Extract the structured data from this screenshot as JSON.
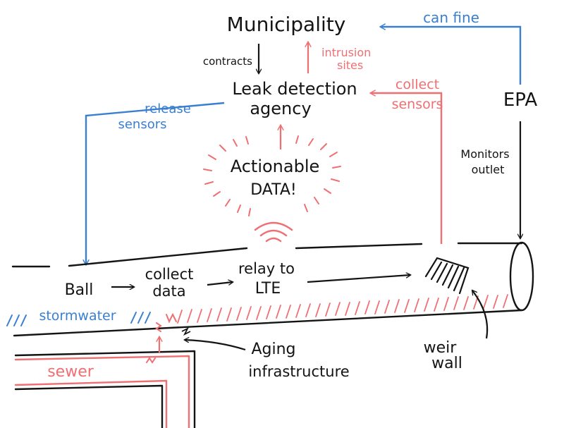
{
  "colors": {
    "ink": "#141414",
    "red": "#ef6f73",
    "blue": "#3a7fd0"
  },
  "nodes": {
    "municipality": "Municipality",
    "agency_line1": "Leak detection",
    "agency_line2": "agency",
    "epa": "EPA",
    "actionable_line1": "Actionable",
    "actionable_line2": "DATA!",
    "ball": "Ball",
    "collect_line1": "collect",
    "collect_line2": "data",
    "relay_line1": "relay to",
    "relay_line2": "LTE",
    "stormwater": "stormwater",
    "sewer": "sewer",
    "aging_line1": "Aging",
    "aging_line2": "infrastructure",
    "weir_line1": "weir",
    "weir_line2": "wall"
  },
  "edges": {
    "can_fine": "can fine",
    "contracts": "contracts",
    "intrusion_line1": "intrusion",
    "intrusion_line2": "sites",
    "collect_sensors_line1": "collect",
    "collect_sensors_line2": "sensors",
    "release_sensors_line1": "release",
    "release_sensors_line2": "sensors",
    "monitors_line1": "Monitors",
    "monitors_line2": "outlet"
  }
}
